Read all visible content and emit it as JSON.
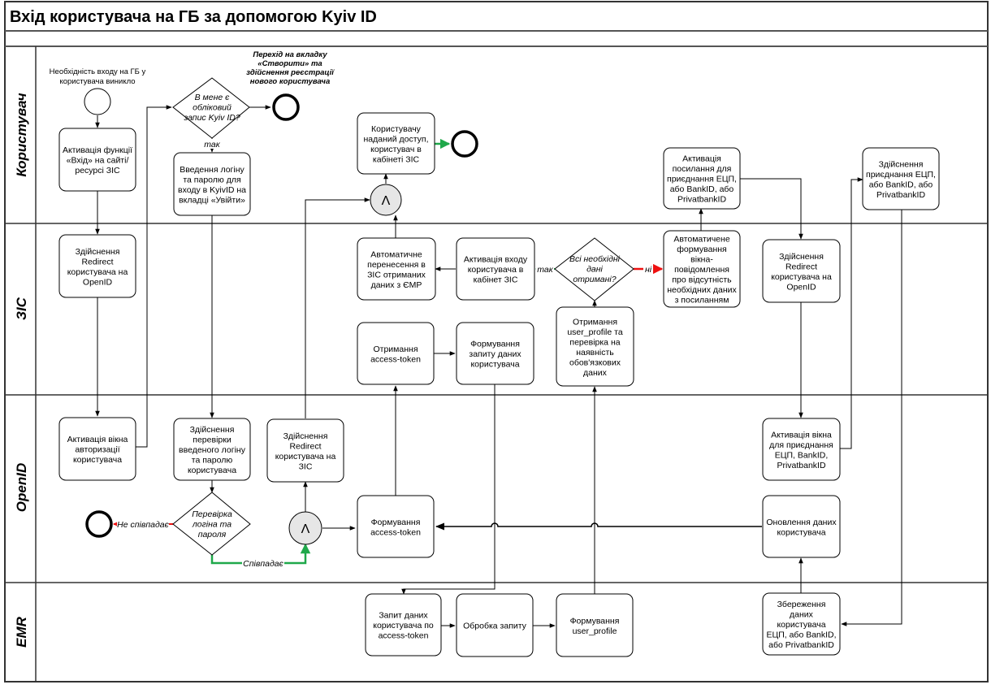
{
  "title": "Вхід користувача на ГБ за допомогою Kyiv ID",
  "lanes": [
    {
      "id": "user",
      "label": "Користувач"
    },
    {
      "id": "zis",
      "label": "ЗІС"
    },
    {
      "id": "openid",
      "label": "OpenID"
    },
    {
      "id": "emr",
      "label": "EMR"
    }
  ],
  "events": {
    "start_note": [
      "Необхідність входу на ГБ у",
      "користувача  виникло"
    ],
    "register_note": [
      "Перехід на вкладку",
      "«Створити» та",
      "здійснення реєстрації",
      "нового користувача"
    ]
  },
  "tasks": {
    "activate_login": [
      "Активація функції",
      "«Вхід» на сайті/",
      "ресурсі ЗІС"
    ],
    "enter_credentials": [
      "Введення логіну",
      "та паролю для",
      "входу в KyivID на",
      "вкладці «Увійти»"
    ],
    "access_granted": [
      "Користувачу",
      "наданий доступ,",
      "користувач в",
      "кабінеті ЗІС"
    ],
    "activate_link": [
      "Активація",
      "посилання для",
      "приєднання ЕЦП,",
      "або BankID, або",
      "PrivatbankID"
    ],
    "do_attach": [
      "Здійснення",
      "приєднання ЕЦП,",
      "або BankID, або",
      "PrivatbankID"
    ],
    "redirect_openid_1": [
      "Здійснення",
      "Redirect",
      "користувача  на",
      "OpenID"
    ],
    "auto_transfer": [
      "Автоматичне",
      "перенесення в",
      "ЗІС отриманих",
      "даних з ЄМР"
    ],
    "activate_cabinet": [
      "Активація входу",
      "користувача в",
      "кабінет ЗІС"
    ],
    "auto_message": [
      "Автоматичене",
      "формування",
      "вікна-",
      "повідомлення",
      "про відсутність",
      "необхідних даних",
      "з посиланням"
    ],
    "redirect_openid_2": [
      "Здійснення",
      "Redirect",
      "користувача  на",
      "OpenID"
    ],
    "get_token": [
      "Отримання",
      "access-token"
    ],
    "form_request": [
      "Формування",
      "запиту даних",
      "користувача"
    ],
    "get_profile": [
      "Отримання",
      "user_profile та",
      "перевірка на",
      "наявність",
      "обов'язкових",
      "даних"
    ],
    "auth_window": [
      "Активація вікна",
      "авторизації",
      "користувача"
    ],
    "check_credentials": [
      "Здійснення",
      "перевірки",
      "введеного логіну",
      "та паролю",
      "користувача"
    ],
    "redirect_zis": [
      "Здійснення",
      "Redirect",
      "користувача на",
      "ЗІС"
    ],
    "form_token": [
      "Формування",
      "access-token"
    ],
    "attach_window": [
      "Активація вікна",
      "для приєднання",
      "ЕЦП, BankID,",
      "PrivatbankID"
    ],
    "update_data": [
      "Оновлення даних",
      "користувача"
    ],
    "request_by_token": [
      "Запит даних",
      "користувача по",
      "access-token"
    ],
    "process_request": [
      "Обробка запиту"
    ],
    "form_profile": [
      "Формування",
      "user_profile"
    ],
    "save_data": [
      "Збереження",
      "даних",
      "користувача",
      "ЕЦП, або BankID,",
      "або PrivatbankID"
    ]
  },
  "gateways": {
    "has_account": [
      "В мене є",
      "обліковий",
      "запис Kyiv ID?"
    ],
    "data_received": [
      "Всі необхідні",
      "дані",
      "отримані?"
    ],
    "check_login": [
      "Перевірка",
      "логіна та",
      "пароля"
    ],
    "and_symbol": "Λ"
  },
  "flow_labels": {
    "yes_1": "так",
    "yes_2": "так",
    "no_1": "ні",
    "mismatch": "Не співпадає",
    "match": "Співпадає"
  },
  "colors": {
    "stroke": "#000000",
    "gateway_fill": "#e6e6e6",
    "yes_flow": "#1fa84a",
    "no_flow": "#ee1111"
  }
}
